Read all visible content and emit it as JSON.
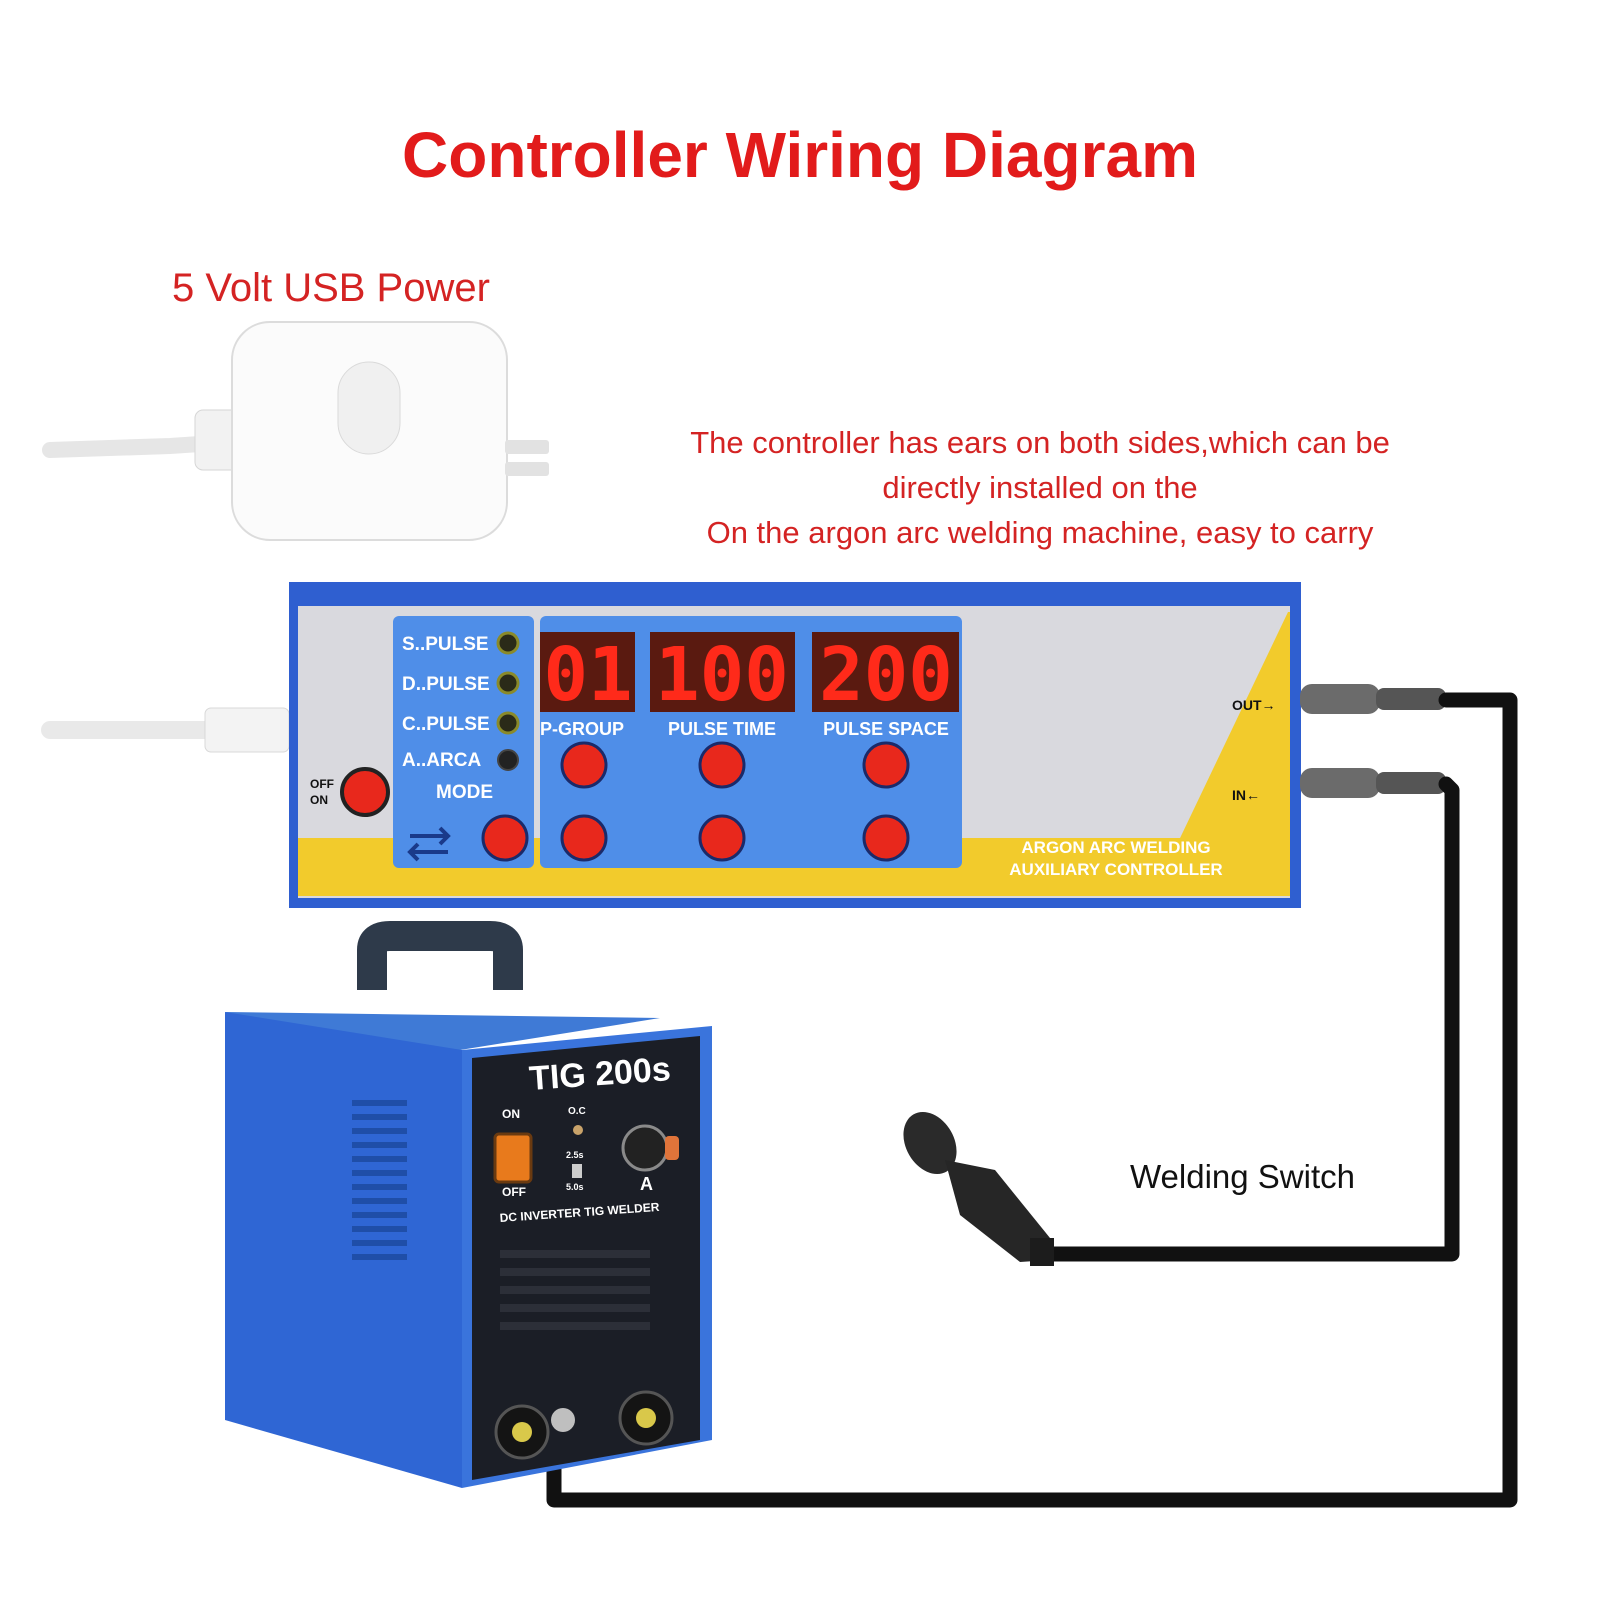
{
  "title": "Controller Wiring Diagram",
  "usb_power_label": "5 Volt USB Power",
  "note_lines": [
    "The controller has ears on both sides,which can be",
    "directly installed on the",
    "On the argon arc welding machine, easy to carry"
  ],
  "welding_switch_label": "Welding Switch",
  "controller": {
    "mode_indicators": [
      "S..PULSE",
      "D..PULSE",
      "C..PULSE",
      "A..ARCA"
    ],
    "mode_label": "MODE",
    "power_switch": {
      "off": "OFF",
      "on": "ON"
    },
    "displays": [
      {
        "value": "01",
        "label": "P-GROUP"
      },
      {
        "value": "100",
        "label": "PULSE TIME"
      },
      {
        "value": "200",
        "label": "PULSE SPACE"
      }
    ],
    "port_out": "OUT→",
    "port_in": "IN←",
    "brand_line1": "ARGON ARC WELDING",
    "brand_line2": "AUXILIARY CONTROLLER"
  },
  "welder": {
    "model": "TIG 200s",
    "subtitle": "DC INVERTER TIG WELDER",
    "switch_on": "ON",
    "switch_off": "OFF",
    "oc": "O.C",
    "t1": "2.5s",
    "t2": "5.0s",
    "amp": "A"
  },
  "colors": {
    "title": "#e21b1b",
    "note": "#d42323",
    "controller_blue": "#2f5fd0",
    "panel_blue": "#4f8ee8",
    "accent_yellow": "#f2cb2c",
    "segment_red": "#ff2a1a",
    "cable": "#111111"
  }
}
